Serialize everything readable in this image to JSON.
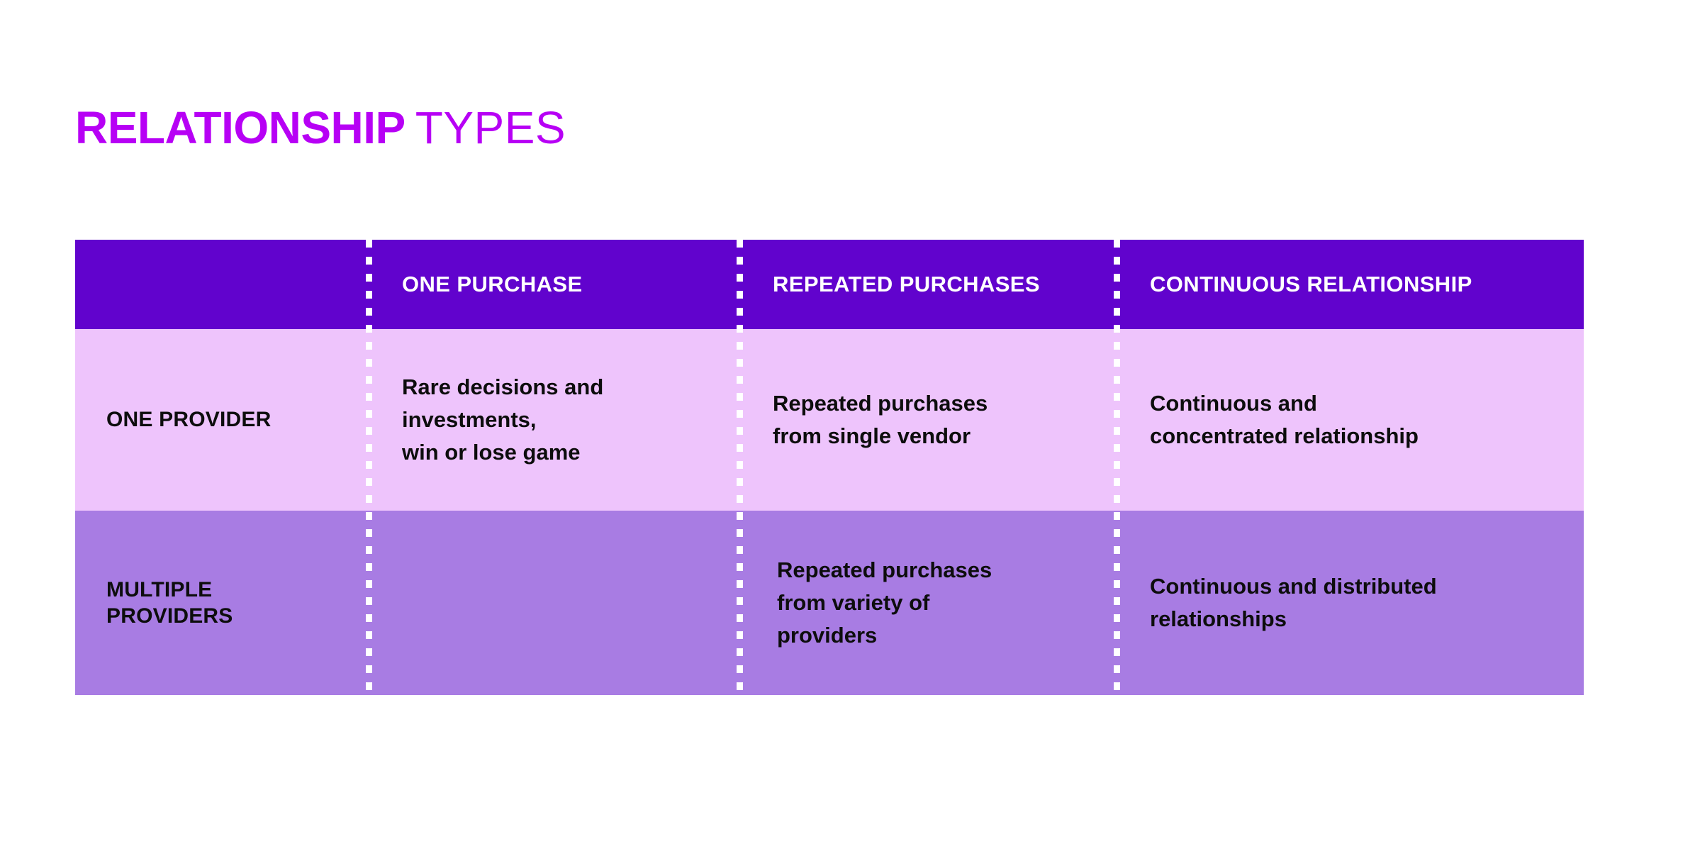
{
  "title": {
    "strong": "RELATIONSHIP",
    "light": "TYPES"
  },
  "colors": {
    "title": "#b700f5",
    "header_row": "#6103cd",
    "row_one_provider": "#eec4fc",
    "row_multiple_providers": "#a87ce3",
    "divider": "#ffffff",
    "header_text": "#ffffff",
    "body_text": "#0d0d0d",
    "page_background": "#ffffff"
  },
  "table": {
    "corner_label": "",
    "columns": [
      {
        "label": ""
      },
      {
        "label": "ONE PURCHASE"
      },
      {
        "label": "REPEATED PURCHASES"
      },
      {
        "label": "CONTINUOUS RELATIONSHIP"
      }
    ],
    "rows": [
      {
        "label": "ONE PROVIDER",
        "cells": [
          "Rare decisions and\ninvestments,\nwin or lose game",
          "Repeated purchases\nfrom single vendor",
          "Continuous and\nconcentrated relationship"
        ]
      },
      {
        "label": "MULTIPLE\nPROVIDERS",
        "cells": [
          "",
          "Repeated purchases\nfrom variety of\nproviders",
          "Continuous and distributed\nrelationships"
        ]
      }
    ]
  }
}
